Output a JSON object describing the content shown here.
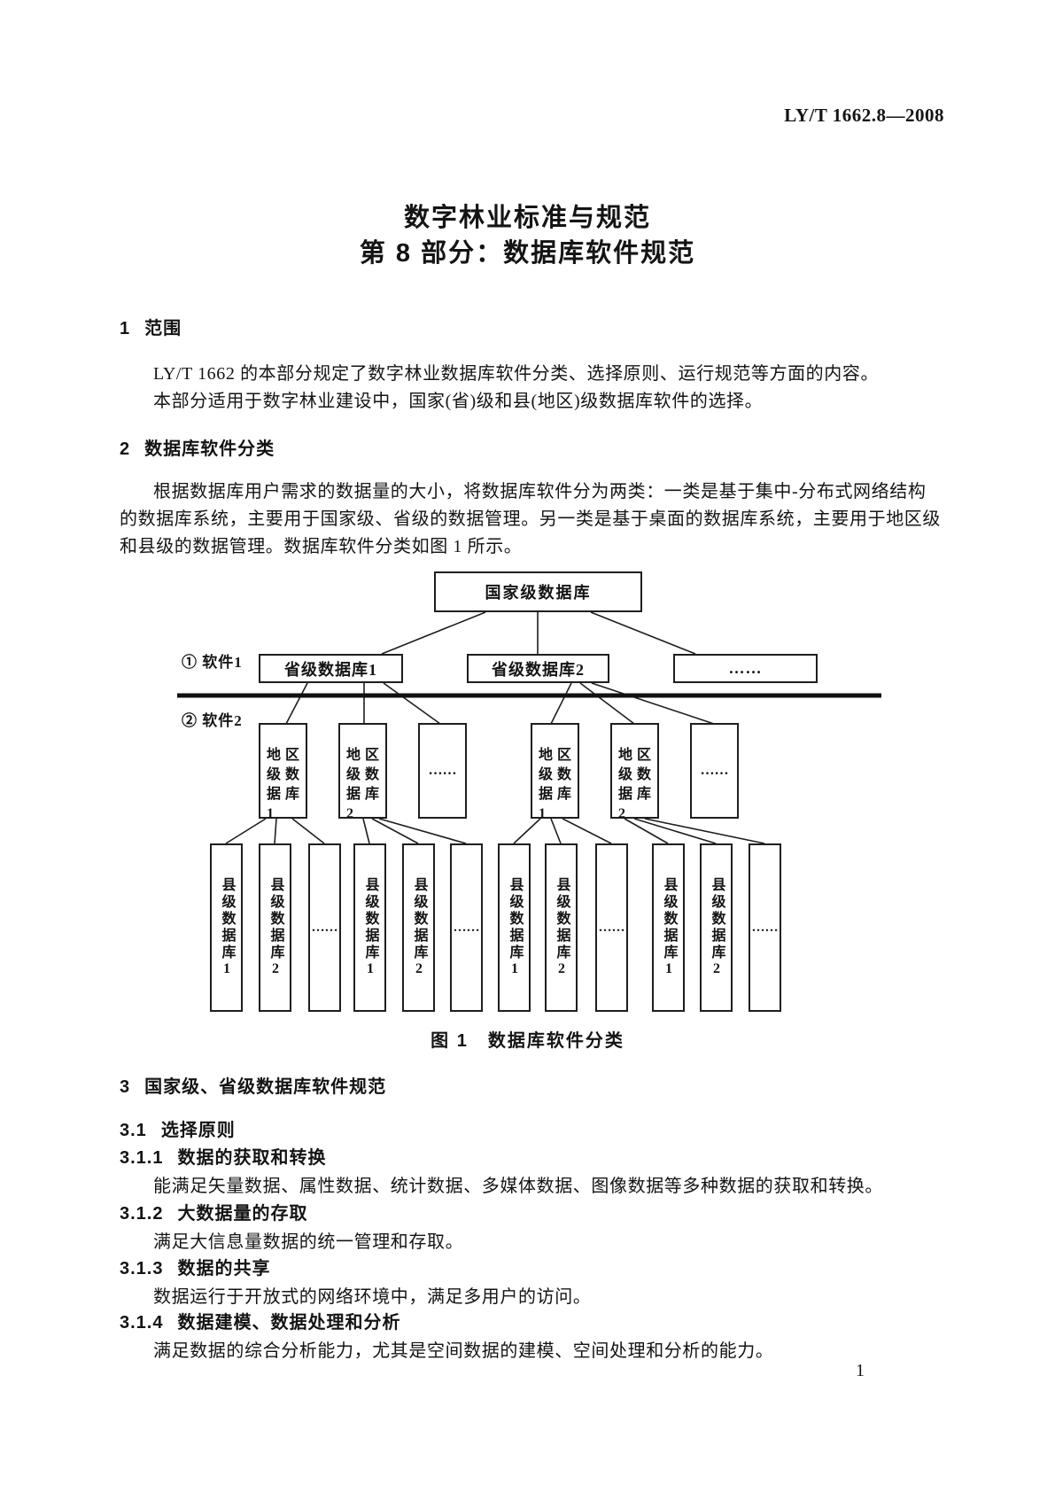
{
  "header": {
    "doc_number": "LY/T 1662.8—2008"
  },
  "title": {
    "line1": "数字林业标准与规范",
    "line2": "第 8 部分：数据库软件规范"
  },
  "sections": {
    "s1": {
      "num": "1",
      "heading": "范围",
      "p1": "LY/T 1662 的本部分规定了数字林业数据库软件分类、选择原则、运行规范等方面的内容。",
      "p2": "本部分适用于数字林业建设中，国家(省)级和县(地区)级数据库软件的选择。"
    },
    "s2": {
      "num": "2",
      "heading": "数据库软件分类",
      "lines": [
        "根据数据库用户需求的数据量的大小，将数据库软件分为两类：一类是基于集中-分布式网络结构",
        "的数据库系统，主要用于国家级、省级的数据管理。另一类是基于桌面的数据库系统，主要用于地区级",
        "和县级的数据管理。数据库软件分类如图 1 所示。"
      ]
    },
    "s3": {
      "num": "3",
      "heading": "国家级、省级数据库软件规范"
    },
    "s31": {
      "num": "3.1",
      "heading": "选择原则"
    },
    "s311": {
      "num": "3.1.1",
      "heading": "数据的获取和转换",
      "body": "能满足矢量数据、属性数据、统计数据、多媒体数据、图像数据等多种数据的获取和转换。"
    },
    "s312": {
      "num": "3.1.2",
      "heading": "大数据量的存取",
      "body": "满足大信息量数据的统一管理和存取。"
    },
    "s313": {
      "num": "3.1.3",
      "heading": "数据的共享",
      "body": "数据运行于开放式的网络环境中，满足多用户的访问。"
    },
    "s314": {
      "num": "3.1.4",
      "heading": "数据建模、数据处理和分析",
      "body": "满足数据的综合分析能力，尤其是空间数据的建模、空间处理和分析的能力。"
    }
  },
  "figure": {
    "caption": "图 1　数据库软件分类",
    "label_software1": "① 软件1",
    "label_software2": "② 软件2",
    "national": "国家级数据库",
    "provincial": [
      "省级数据库1",
      "省级数据库2",
      "……"
    ],
    "regional": [
      {
        "l1": "地区",
        "l2": "级数",
        "l3": "据库1"
      },
      {
        "l1": "地区",
        "l2": "级数",
        "l3": "据库2"
      },
      {
        "dots": "……"
      },
      {
        "l1": "地区",
        "l2": "级数",
        "l3": "据库1"
      },
      {
        "l1": "地区",
        "l2": "级数",
        "l3": "据库2"
      },
      {
        "dots": "……"
      }
    ],
    "county": [
      "县级数据库1",
      "县级数据库2",
      "……",
      "县级数据库1",
      "县级数据库2",
      "……",
      "县级数据库1",
      "县级数据库2",
      "……",
      "县级数据库1",
      "县级数据库2",
      "……"
    ]
  },
  "page_number": "1",
  "colors": {
    "ink": "#141414",
    "paper": "#ffffff",
    "line": "#1e1e1e"
  }
}
